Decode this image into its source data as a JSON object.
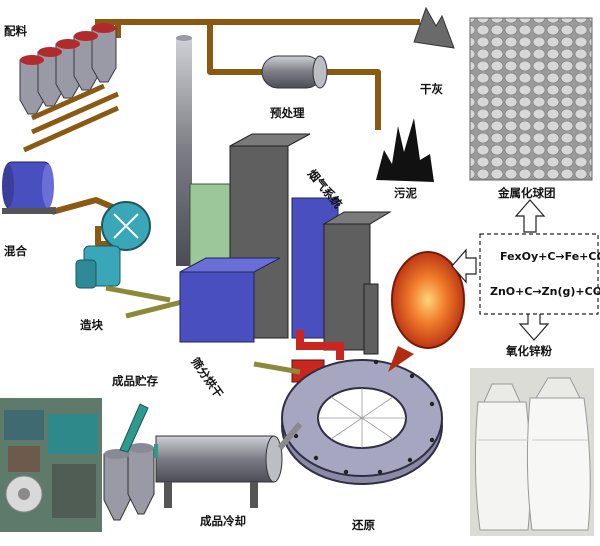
{
  "labels": {
    "batching": "配料",
    "mixing": "混合",
    "pelletizing": "造块",
    "screening_drying": "筛分烘干",
    "flue_gas_system": "烟气系统",
    "pretreatment": "预处理",
    "dry_ash": "干灰",
    "sludge": "污泥",
    "metallized_pellets": "金属化球团",
    "zinc_oxide_powder": "氧化锌粉",
    "product_storage": "成品贮存",
    "product_cooling": "成品冷却",
    "reduction": "还原"
  },
  "reactions": {
    "iron": "FexOy+C→Fe+CO",
    "zinc": "ZnO+C→Zn(g)+CO"
  },
  "colors": {
    "pipe": "#8a5a12",
    "equipment_blue": "#4a4fc0",
    "equipment_gray": "#5f5f5f",
    "dryer_green": "#9bc79b",
    "furnace_gray": "#8a8aa6",
    "hot_pellet": "#e0501a"
  }
}
